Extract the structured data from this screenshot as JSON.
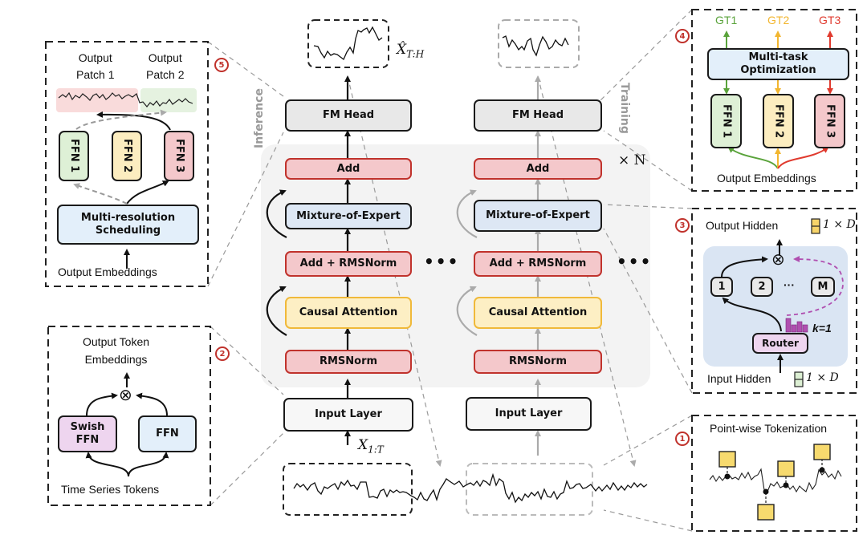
{
  "main": {
    "inference_label": "Inference",
    "training_label": "Training",
    "repeat_label": "× N",
    "output_symbol": "X̂",
    "output_subscript": "T:H",
    "input_symbol": "X",
    "input_subscript": "1:T",
    "ellipsis": "•••",
    "inference_stack": [
      "FM Head",
      "Add",
      "Mixture-of-Expert",
      "Add + RMSNorm",
      "Causal Attention",
      "RMSNorm",
      "Input Layer"
    ],
    "training_stack": [
      "FM Head",
      "Add",
      "Mixture-of-Expert",
      "Add + RMSNorm",
      "Causal Attention",
      "RMSNorm",
      "Input Layer"
    ]
  },
  "panel1": {
    "badge": "1",
    "title": "Point-wise Tokenization"
  },
  "panel2": {
    "badge": "2",
    "title_line1": "Output Token",
    "title_line2": "Embeddings",
    "swish_line1": "Swish",
    "swish_line2": "FFN",
    "ffn": "FFN",
    "footer": "Time Series Tokens",
    "op": "⊗"
  },
  "panel3": {
    "badge": "3",
    "output_label": "Output Hidden",
    "output_dim": "1 × D",
    "experts": [
      "1",
      "2",
      "M"
    ],
    "expert_dots": "···",
    "router": "Router",
    "k_label": "k=1",
    "input_label": "Input Hidden",
    "input_dim": "1 × D",
    "op": "⊗"
  },
  "panel4": {
    "badge": "4",
    "targets": [
      {
        "label": "GT1",
        "color": "#5aa33b"
      },
      {
        "label": "GT2",
        "color": "#f2b630"
      },
      {
        "label": "GT3",
        "color": "#e03a2e"
      }
    ],
    "optimizer_line1": "Multi-task",
    "optimizer_line2": "Optimization",
    "heads": [
      "FFN 1",
      "FFN 2",
      "FFN 3"
    ],
    "footer": "Output Embeddings"
  },
  "panel5": {
    "badge": "5",
    "patch1_line1": "Output",
    "patch1_line2": "Patch 1",
    "patch2_line1": "Output",
    "patch2_line2": "Patch 2",
    "heads": [
      "FFN 1",
      "FFN 2",
      "FFN 3"
    ],
    "scheduler_line1": "Multi-resolution",
    "scheduler_line2": "Scheduling",
    "footer": "Output Embeddings"
  },
  "colors": {
    "accent_red": "#c0322c",
    "norm_fill": "#f4c8cb",
    "attention_fill": "#fdefc4",
    "moe_fill": "#dde7f4",
    "head_fill": "#e8e8e8",
    "router_fill": "#eed5ef",
    "token_fill": "#f7da6e"
  }
}
